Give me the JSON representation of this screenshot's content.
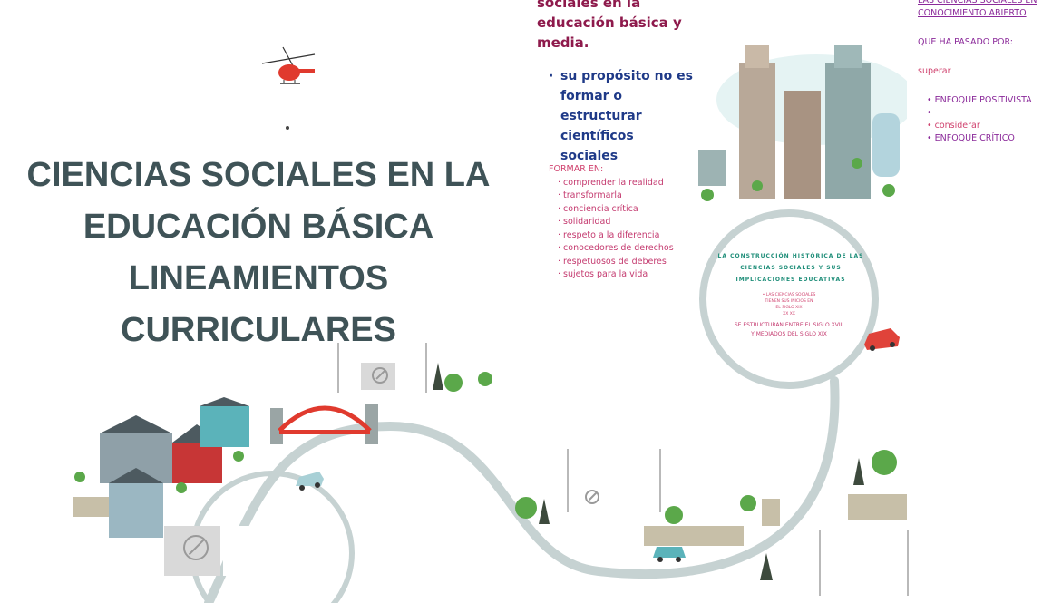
{
  "title": {
    "line1": "CIENCIAS SOCIALES EN LA",
    "line2": "EDUCACIÓN BÁSICA",
    "line3": "LINEAMIENTOS",
    "line4": "CURRICULARES"
  },
  "intro": {
    "line1": "sociales en la",
    "line2": "educación básica y",
    "line3": "media."
  },
  "purpose": {
    "bullet": "·",
    "line1": "su propósito no es",
    "line2": "formar o",
    "line3": "estructurar",
    "line4": "científicos sociales"
  },
  "formar": {
    "heading": "FORMAR EN:",
    "items": [
      "comprender la realidad",
      "transformarla",
      "conciencia crítica",
      "solidaridad",
      "respeto a la diferencia",
      "conocedores de derechos",
      "respetuosos de deberes",
      "sujetos para la vida"
    ]
  },
  "right": {
    "line1": "LAS CIENCIAS SOCIALES EN",
    "line2": "CONOCIMIENTO ABIERTO",
    "question": "QUE HA PASADO POR:",
    "superar": "superar",
    "items": [
      "ENFOQUE POSITIVISTA",
      "",
      "considerar",
      "ENFOQUE CRÍTICO"
    ]
  },
  "circle": {
    "title_line1": "LA CONSTRUCCIÓN HISTÓRICA DE LAS",
    "title_line2": "CIENCIAS SOCIALES Y SUS",
    "title_line3": "IMPLICACIONES EDUCATIVAS",
    "small_line1": "• LAS CIENCIAS SOCIALES",
    "small_line2": "TIENEN SUS INICIOS EN",
    "small_line3": "EL SIGLO XIX",
    "small_line4": "XX XX",
    "mid_line1": "SE ESTRUCTURAN ENTRE EL SIGLO XVIII",
    "mid_line2": "Y MEDIADOS DEL SIGLO XIX"
  },
  "colors": {
    "title": "#3f5357",
    "intro": "#8e1a4c",
    "purpose": "#1f3a88",
    "pink": "#d0436f",
    "teal": "#1f8e79",
    "road": "#c6d2d2"
  }
}
